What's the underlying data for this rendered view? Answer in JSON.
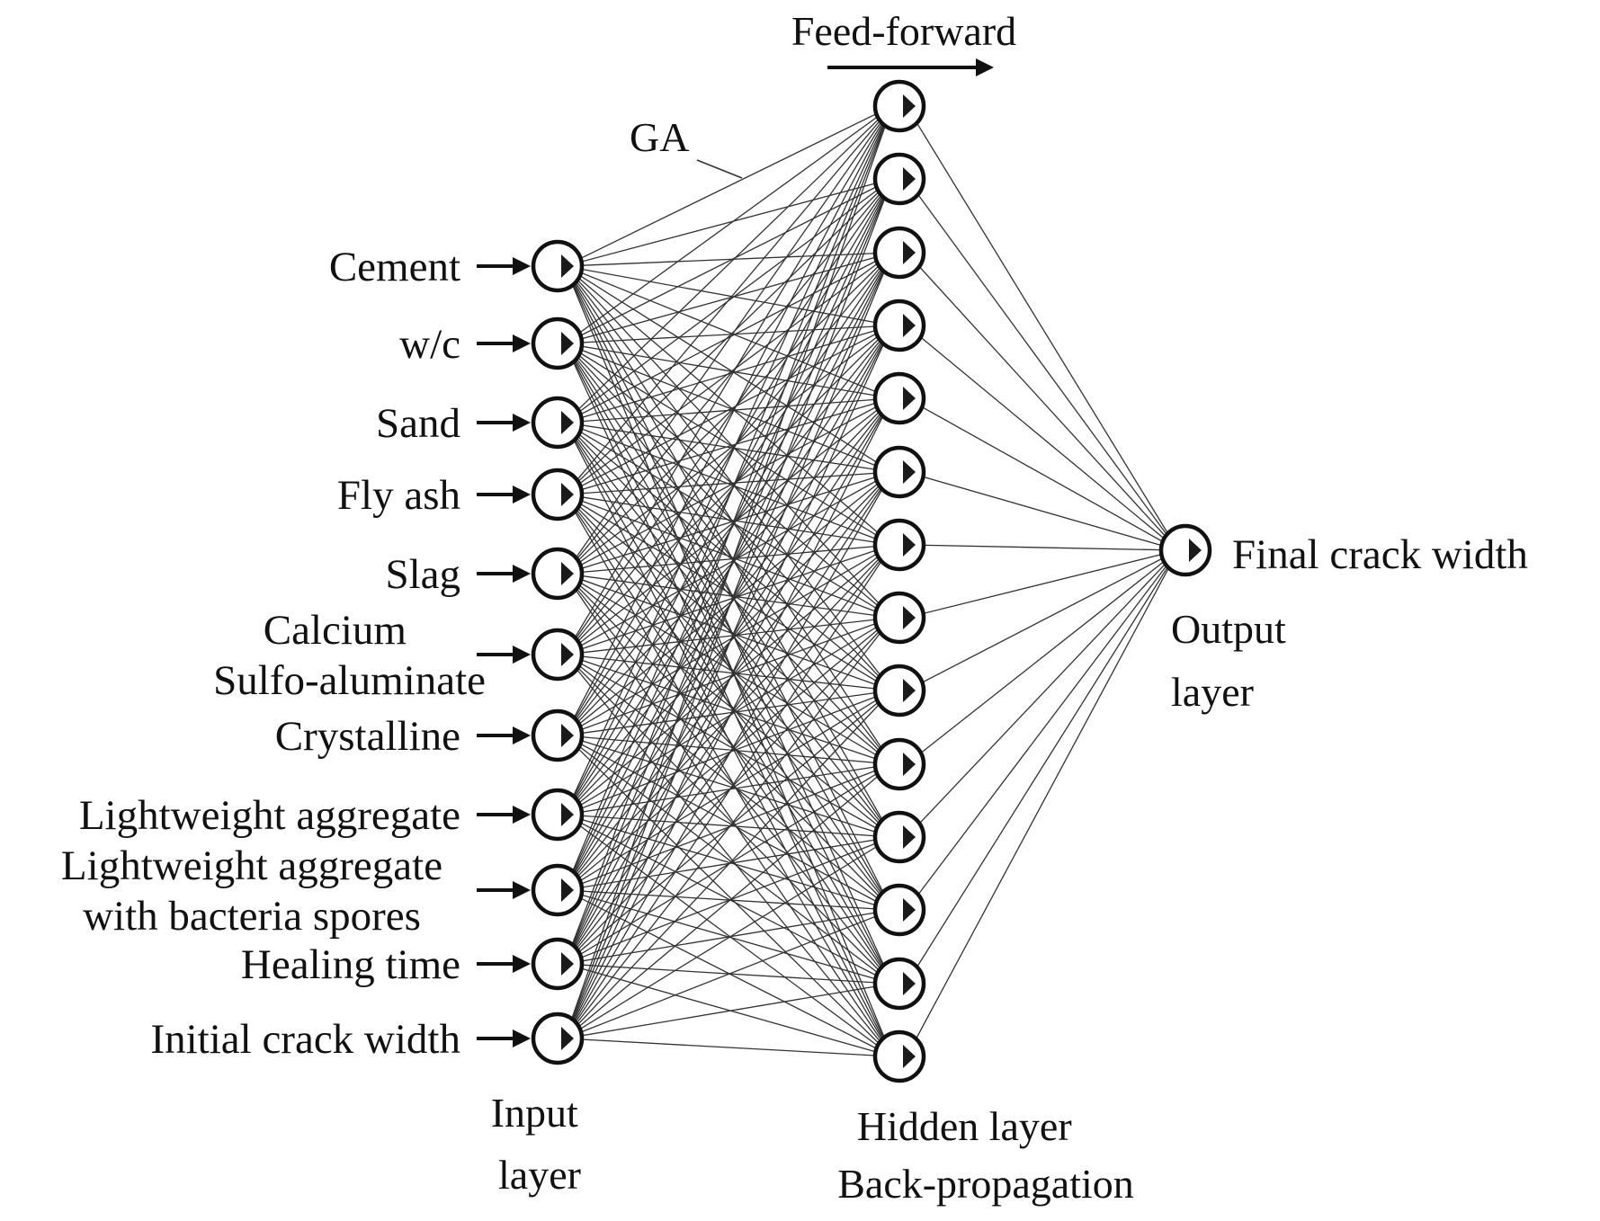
{
  "diagram": {
    "title": "Feed-forward",
    "ga_label": "GA",
    "input_layer": {
      "caption_lines": [
        "Input",
        "layer"
      ],
      "inputs": [
        {
          "lines": [
            "Cement"
          ]
        },
        {
          "lines": [
            "w/c"
          ]
        },
        {
          "lines": [
            "Sand"
          ]
        },
        {
          "lines": [
            "Fly ash"
          ]
        },
        {
          "lines": [
            "Slag"
          ]
        },
        {
          "lines": [
            "Calcium",
            "Sulfo-aluminate"
          ]
        },
        {
          "lines": [
            "Crystalline"
          ]
        },
        {
          "lines": [
            "Lightweight aggregate"
          ]
        },
        {
          "lines": [
            "Lightweight aggregate",
            "with bacteria spores"
          ]
        },
        {
          "lines": [
            "Healing time"
          ]
        },
        {
          "lines": [
            "Initial crack width"
          ]
        }
      ]
    },
    "hidden_layer": {
      "caption_lines": [
        "Hidden layer",
        "Back-propagation"
      ],
      "neuron_count": 14
    },
    "output_layer": {
      "caption_lines": [
        "Output",
        "layer"
      ],
      "output_label": "Final crack width"
    }
  }
}
